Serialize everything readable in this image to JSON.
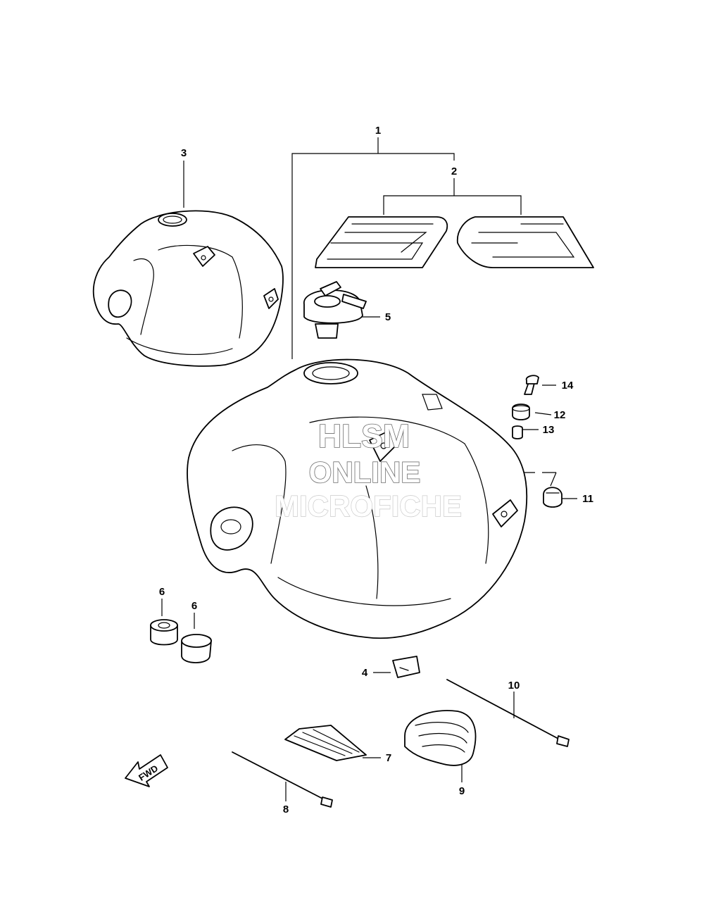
{
  "callouts": {
    "c1": "1",
    "c2": "2",
    "c3": "3",
    "c4": "4",
    "c5": "5",
    "c6a": "6",
    "c6b": "6",
    "c7": "7",
    "c8": "8",
    "c9": "9",
    "c10": "10",
    "c11": "11",
    "c12": "12",
    "c13": "13",
    "c14": "14"
  },
  "watermark": {
    "line1": "HLSM",
    "line2": "ONLINE",
    "line3": "MICROFICHE"
  },
  "fwd_label": "FWD",
  "icons": [
    "fuel-tank-icon",
    "emblem-icon",
    "fuel-cap-icon",
    "bolt-icon",
    "cable-tie-icon",
    "cushion-icon",
    "fwd-arrow-icon"
  ]
}
